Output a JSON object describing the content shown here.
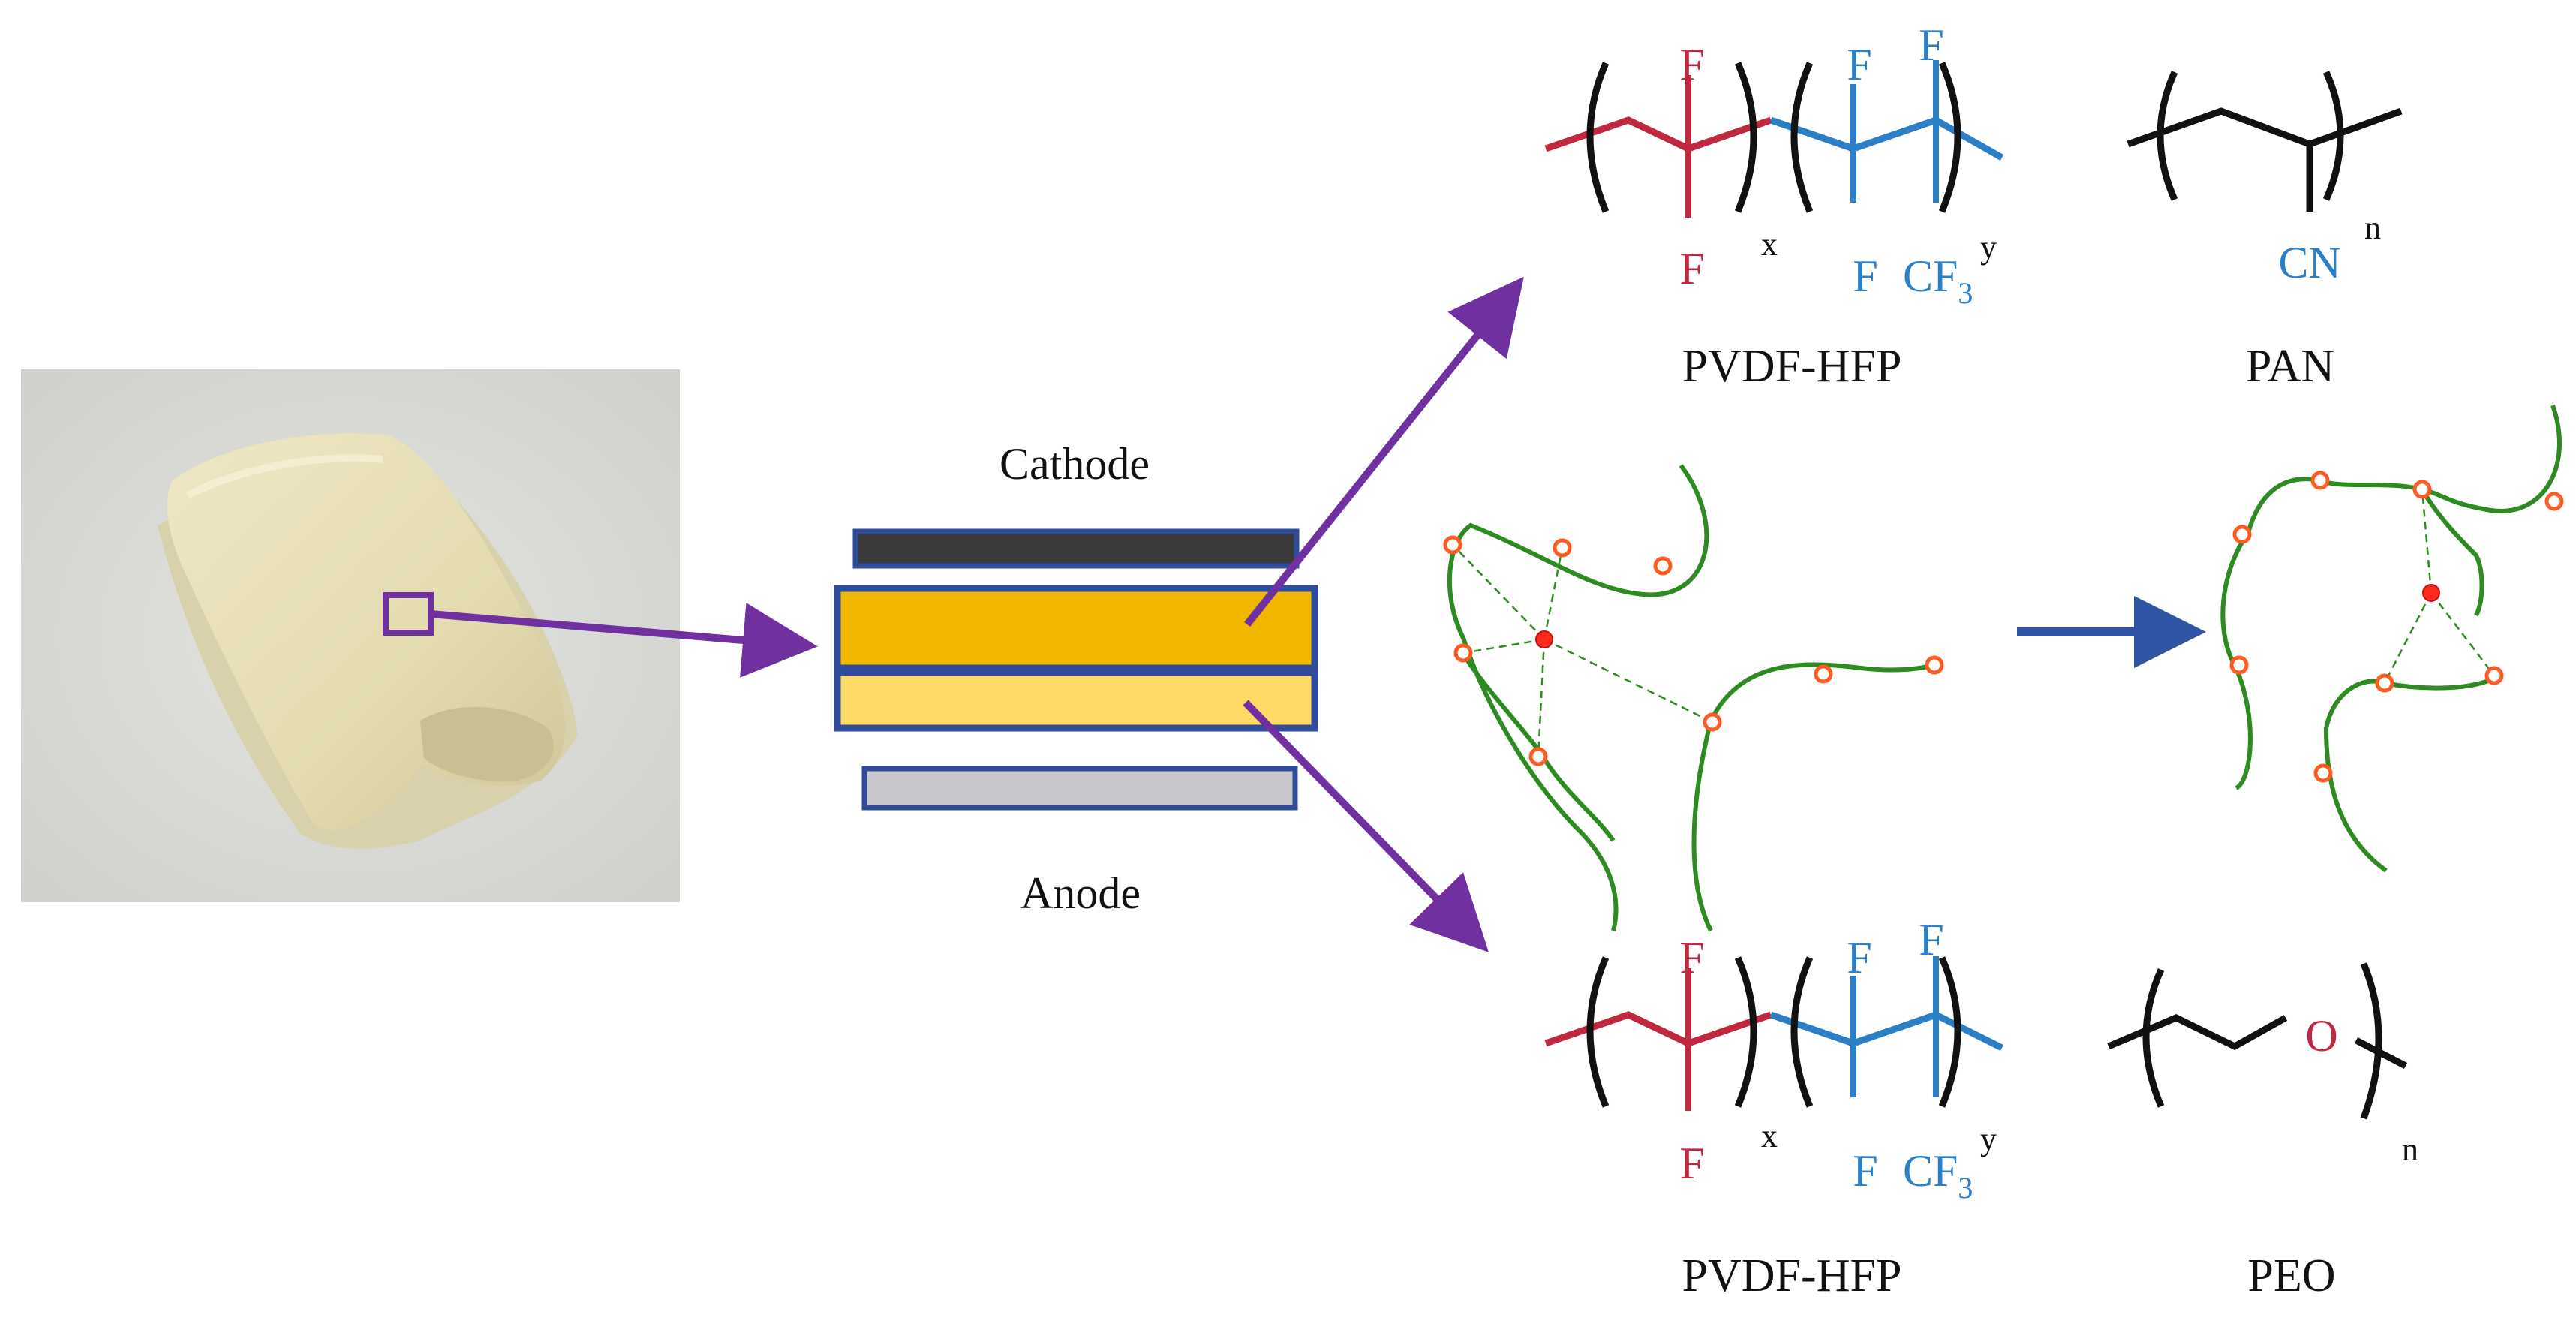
{
  "colors": {
    "purple": "#7030a0",
    "red": "#c0283f",
    "blue": "#2a7fc6",
    "black": "#111111",
    "green": "#2e8b22",
    "orange": "#ff5a1f",
    "navy_border": "#2f4b9a",
    "gold": "#f2b800",
    "light_gold": "#ffd966",
    "grey": "#c8c8cc",
    "dark": "#3a3a3a",
    "photo_bg": "#d9dad5",
    "membrane": "#e6dfbb",
    "blue_arrow": "#2f55a4"
  },
  "photo": {
    "description_icon": "rolled-membrane-photo"
  },
  "battery": {
    "cathode_label": "Cathode",
    "anode_label": "Anode"
  },
  "top_structures": {
    "pvdf_hfp": {
      "name": "PVDF-HFP",
      "f_top_red": "F",
      "f_bottom_red": "F",
      "f_top_blue_1": "F",
      "f_top_blue_2": "F",
      "f_bottom_blue": "F",
      "cf3": "CF",
      "cf3_sub": "3",
      "x": "x",
      "y": "y"
    },
    "pan": {
      "name": "PAN",
      "group": "CN",
      "n": "n"
    }
  },
  "bottom_structures": {
    "pvdf_hfp": {
      "name": "PVDF-HFP",
      "f_top_red": "F",
      "f_bottom_red": "F",
      "f_top_blue_1": "F",
      "f_top_blue_2": "F",
      "f_bottom_blue": "F",
      "cf3": "CF",
      "cf3_sub": "3",
      "x": "x",
      "y": "y"
    },
    "peo": {
      "name": "PEO",
      "oxygen": "O",
      "n": "n"
    }
  }
}
